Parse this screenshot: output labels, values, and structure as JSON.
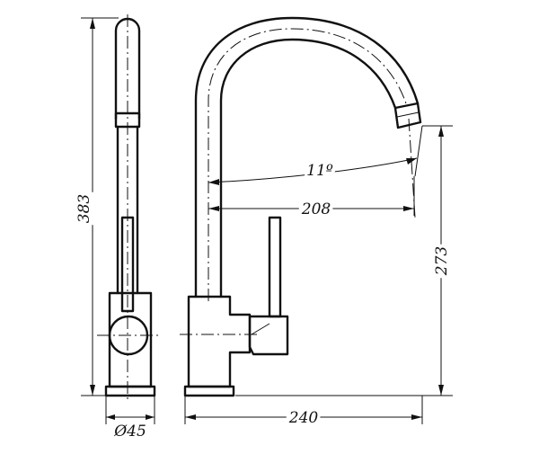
{
  "drawing": {
    "dimensions": {
      "total_height": "383",
      "base_diameter": "Ø45",
      "spout_angle": "11º",
      "spout_reach": "208",
      "spout_height": "273",
      "total_width": "240"
    }
  }
}
